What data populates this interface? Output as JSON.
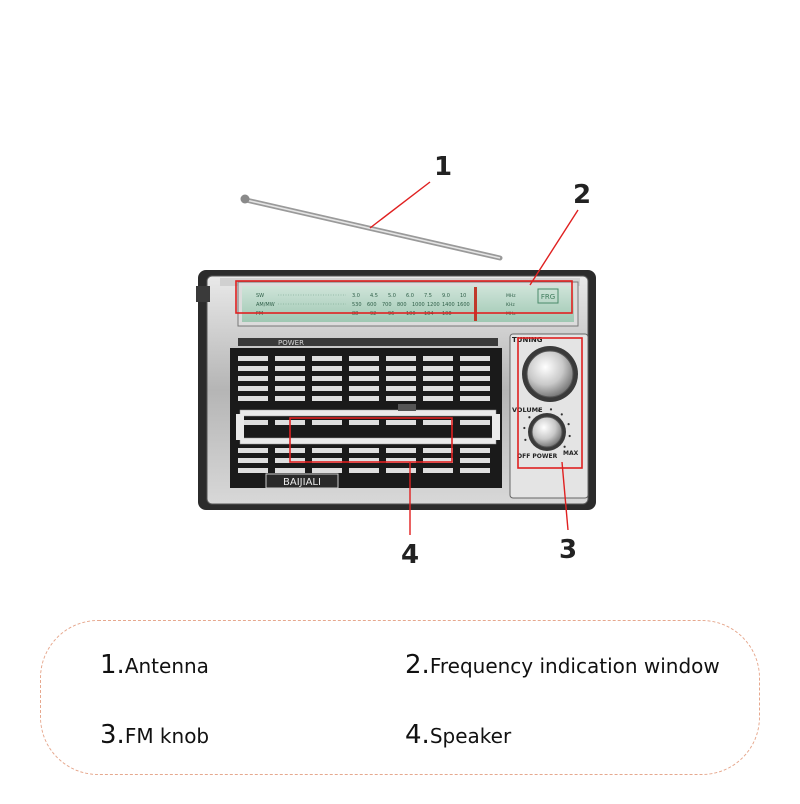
{
  "radio": {
    "brand": "BAIJIALI",
    "tuning_label": "TUNING",
    "volume_label": "VOLUME",
    "off_power_label": "OFF POWER",
    "max_label": "MAX",
    "power_label": "POWER",
    "band_labels": [
      "SW",
      "AM/MW",
      "FM"
    ],
    "dial_scale_sw": [
      "3.0",
      "4.5",
      "5.0",
      "6.0",
      "7.5",
      "9.0",
      "10"
    ],
    "dial_scale_am": [
      "530",
      "600",
      "700",
      "800",
      "1000",
      "1200",
      "1400",
      "1600"
    ],
    "dial_scale_fm": [
      "88",
      "92",
      "96",
      "100",
      "104",
      "108"
    ],
    "dial_units": [
      "MHz",
      "KHz",
      "MHz"
    ],
    "badge": "FRG"
  },
  "callouts": [
    {
      "number": "1"
    },
    {
      "number": "2"
    },
    {
      "number": "3"
    },
    {
      "number": "4"
    }
  ],
  "legend": [
    {
      "number": "1.",
      "label": "Antenna"
    },
    {
      "number": "2.",
      "label": "Frequency indication window"
    },
    {
      "number": "3.",
      "label": "FM knob"
    },
    {
      "number": "4.",
      "label": "Speaker"
    }
  ],
  "colors": {
    "highlight": "#e02020",
    "legend_border": "#e6a88e",
    "dial_green": "#7fb89a"
  }
}
